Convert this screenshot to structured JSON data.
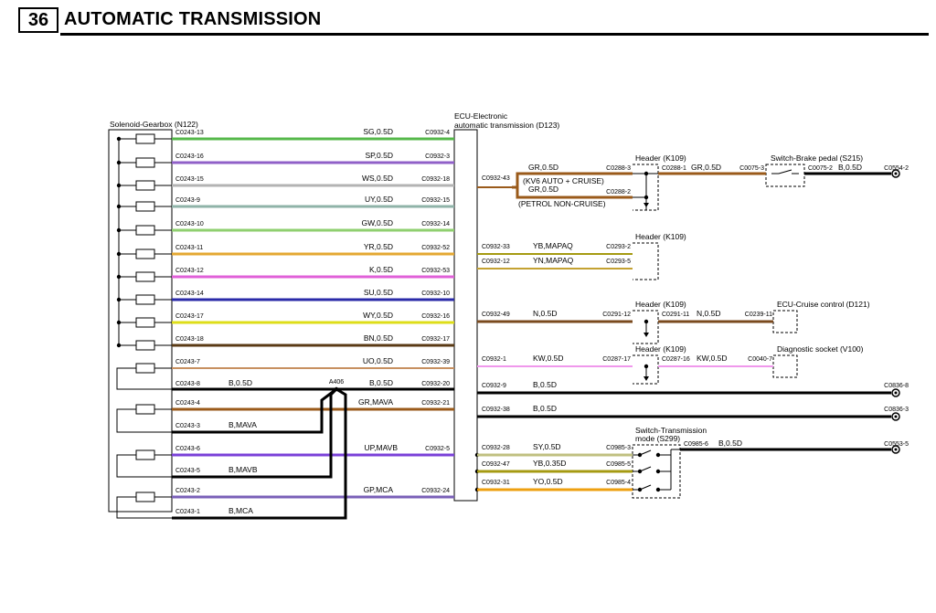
{
  "header": {
    "page_number": "36",
    "title": "AUTOMATIC TRANSMISSION"
  },
  "colors": {
    "G": "#2e9e2e",
    "P": "#8d55c8",
    "W": "#aaaaaa",
    "U": "#1a1aa5",
    "Y": "#e8d31a",
    "N": "#7a4a1e",
    "K": "#e060d8",
    "B": "#000000",
    "O": "#e58a10",
    "GR": "#9a5a1a",
    "SY": "#c0c080",
    "YB": "#a59a12",
    "YN": "#c4a232",
    "YO": "#eea010",
    "GW": "#8fcf6f",
    "YR": "#e4a832",
    "UY": "#8fb3a8",
    "WS": "#b3b3b3",
    "SG": "#55b84a",
    "SP": "#9060c8",
    "SU": "#2a2aa8",
    "WY": "#dede18",
    "BN": "#5a3a14",
    "UO": "#c79060",
    "KW": "#f098ec",
    "GRMAVA": "#9a5a1a",
    "UPMAVB": "#7a40d8",
    "GPMCA": "#7a60b8"
  },
  "components": {
    "solenoid": "Solenoid-Gearbox (N122)",
    "ecu": "ECU-Electronic automatic transmission (D123)",
    "header_k109": "Header (K109)",
    "brake_switch": "Switch-Brake pedal (S215)",
    "cruise_ecu": "ECU-Cruise control (D121)",
    "diag_socket": "Diagnostic socket (V100)",
    "trans_mode_switch": "Switch-Transmission mode (S299)",
    "splice": "A406"
  },
  "left_wires": [
    {
      "conn": "C0243-13",
      "wire": "SG,0.5D",
      "ecu": "C0932-4",
      "color": "SG"
    },
    {
      "conn": "C0243-16",
      "wire": "SP,0.5D",
      "ecu": "C0932-3",
      "color": "SP"
    },
    {
      "conn": "C0243-15",
      "wire": "WS,0.5D",
      "ecu": "C0932-18",
      "color": "WS"
    },
    {
      "conn": "C0243-9",
      "wire": "UY,0.5D",
      "ecu": "C0932-15",
      "color": "UY"
    },
    {
      "conn": "C0243-10",
      "wire": "GW,0.5D",
      "ecu": "C0932-14",
      "color": "GW"
    },
    {
      "conn": "C0243-11",
      "wire": "YR,0.5D",
      "ecu": "C0932-52",
      "color": "YR"
    },
    {
      "conn": "C0243-12",
      "wire": "K,0.5D",
      "ecu": "C0932-53",
      "color": "K"
    },
    {
      "conn": "C0243-14",
      "wire": "SU,0.5D",
      "ecu": "C0932-10",
      "color": "SU"
    },
    {
      "conn": "C0243-17",
      "wire": "WY,0.5D",
      "ecu": "C0932-16",
      "color": "WY"
    },
    {
      "conn": "C0243-18",
      "wire": "BN,0.5D",
      "ecu": "C0932-17",
      "color": "BN"
    },
    {
      "conn": "C0243-7",
      "wire": "UO,0.5D",
      "ecu": "C0932-39",
      "color": "UO"
    },
    {
      "conn": "C0243-8",
      "wire": "B,0.5D",
      "ecu": "C0932-20",
      "color": "B"
    },
    {
      "conn": "C0243-4",
      "wire": "GR,MAVA",
      "ecu": "C0932-21",
      "color": "GRMAVA"
    },
    {
      "conn": "C0243-3",
      "wire": "B,MAVA",
      "ecu": "",
      "color": "B"
    },
    {
      "conn": "C0243-6",
      "wire": "UP,MAVB",
      "ecu": "C0932-5",
      "color": "UPMAVB"
    },
    {
      "conn": "C0243-5",
      "wire": "B,MAVB",
      "ecu": "",
      "color": "B"
    },
    {
      "conn": "C0243-2",
      "wire": "GP,MCA",
      "ecu": "C0932-24",
      "color": "GPMCA"
    },
    {
      "conn": "C0243-1",
      "wire": "B,MCA",
      "ecu": "",
      "color": "B"
    }
  ],
  "right": {
    "brake": {
      "ecu": "C0932-43",
      "w1": "GR,0.5D",
      "note1": "(KV6 AUTO + CRUISE)",
      "c1": "C0288-3",
      "w2": "GR,0.5D",
      "note2": "(PETROL NON-CRUISE)",
      "c2": "C0288-2",
      "c3": "C0288-1",
      "w3": "GR,0.5D",
      "c4": "C0075-3",
      "c5": "C0075-2",
      "w4": "B,0.5D",
      "ground": "C0554-2"
    },
    "yb_row": {
      "ecu": "C0932-33",
      "wire": "YB,MAPAQ",
      "hdr": "C0293-2"
    },
    "yn_row": {
      "ecu": "C0932-12",
      "wire": "YN,MAPAQ",
      "hdr": "C0293-5"
    },
    "cruise": {
      "ecu": "C0932-49",
      "w1": "N,0.5D",
      "h1": "C0291-12",
      "h2": "C0291-11",
      "w2": "N,0.5D",
      "end": "C0239-11"
    },
    "diag": {
      "ecu": "C0932-1",
      "w1": "KW,0.5D",
      "h1": "C0287-17",
      "h2": "C0287-16",
      "w2": "KW,0.5D",
      "end": "C0040-7"
    },
    "gnd1": {
      "ecu": "C0932-9",
      "wire": "B,0.5D",
      "end": "C0836-8"
    },
    "gnd2": {
      "ecu": "C0932-38",
      "wire": "B,0.5D",
      "end": "C0836-3"
    },
    "mode": [
      {
        "ecu": "C0932-28",
        "wire": "SY,0.5D",
        "sw": "C0985-3",
        "color": "SY"
      },
      {
        "ecu": "C0932-47",
        "wire": "YB,0.35D",
        "sw": "C0985-5",
        "color": "YB"
      },
      {
        "ecu": "C0932-31",
        "wire": "YO,0.5D",
        "sw": "C0985-4",
        "color": "YO"
      }
    ],
    "mode_out": {
      "sw": "C0985-6",
      "wire": "B,0.5D",
      "end": "C0553-5"
    }
  }
}
